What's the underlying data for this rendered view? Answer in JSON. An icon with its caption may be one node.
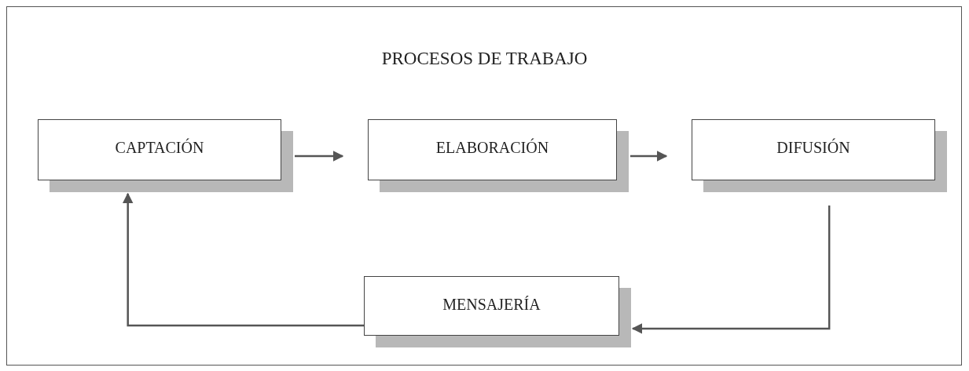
{
  "diagram": {
    "title": "PROCESOS DE TRABAJO",
    "nodes": [
      {
        "text": [
          "CAPTACIÓN"
        ]
      },
      {
        "text": [
          "ELABORACIÓN"
        ]
      },
      {
        "text": [
          "DIFUSIÓN"
        ]
      },
      {
        "text": [
          "MENSAJERÍA"
        ]
      }
    ],
    "edges": [
      {
        "from": 0,
        "to": 1,
        "arrow": "to"
      },
      {
        "from": 1,
        "to": 2,
        "arrow": "to"
      },
      {
        "from": 2,
        "to": 3,
        "arrow": "to"
      },
      {
        "from": 3,
        "to": 0,
        "arrow": "to"
      }
    ]
  }
}
